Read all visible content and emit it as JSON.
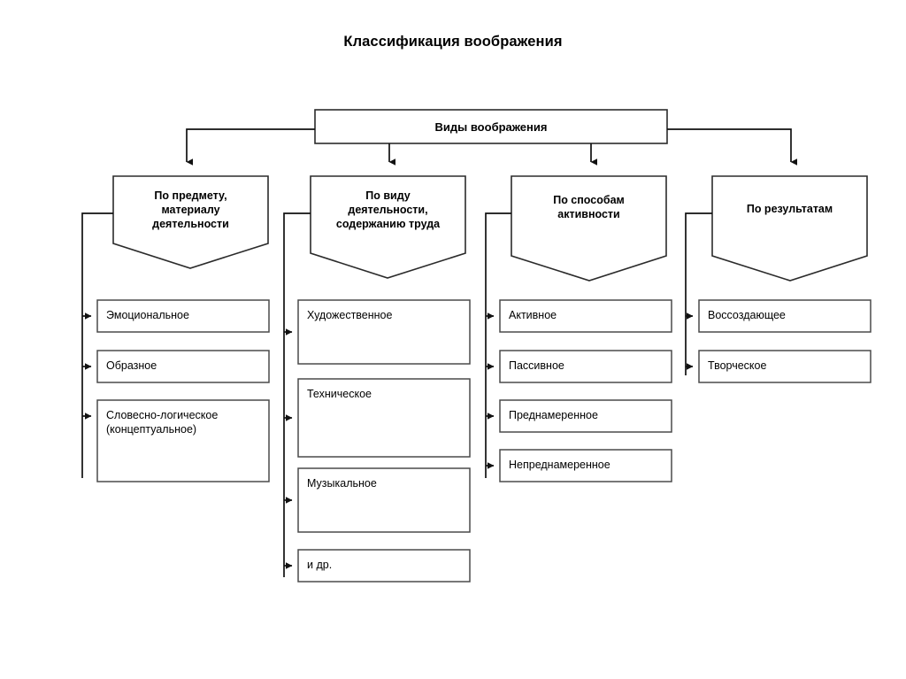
{
  "title": "Классификация воображения",
  "root": {
    "label": "Виды воображения"
  },
  "categories": [
    {
      "id": "category-subject-material",
      "label": "По предмету,\nматериалу\nдеятельности",
      "items": [
        {
          "id": "leaf-emotional",
          "label": "Эмоциональное"
        },
        {
          "id": "leaf-figurative",
          "label": "Образное"
        },
        {
          "id": "leaf-verbal-logical",
          "label": "Словесно-логическое\n(концептуальное)"
        }
      ]
    },
    {
      "id": "category-activity-type",
      "label": "По виду\nдеятельности,\nсодержанию труда",
      "items": [
        {
          "id": "leaf-artistic",
          "label": "Художественное"
        },
        {
          "id": "leaf-technical",
          "label": "Техническое"
        },
        {
          "id": "leaf-musical",
          "label": "Музыкальное"
        },
        {
          "id": "leaf-other",
          "label": "и др."
        }
      ]
    },
    {
      "id": "category-activity-modes",
      "label": "По способам\nактивности",
      "items": [
        {
          "id": "leaf-active",
          "label": "Активное"
        },
        {
          "id": "leaf-passive",
          "label": "Пассивное"
        },
        {
          "id": "leaf-intentional",
          "label": "Преднамеренное"
        },
        {
          "id": "leaf-unintentional",
          "label": "Непреднамеренное"
        }
      ]
    },
    {
      "id": "category-results",
      "label": "По результатам",
      "items": [
        {
          "id": "leaf-recreating",
          "label": "Воссоздающее"
        },
        {
          "id": "leaf-creative",
          "label": "Творческое"
        }
      ]
    }
  ],
  "style": {
    "stroke": "#2b2b2b",
    "fill": "#ffffff",
    "background": "#ffffff",
    "text": "#000000"
  }
}
